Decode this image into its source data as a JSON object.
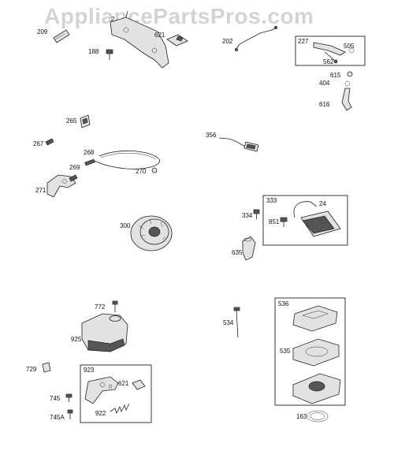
{
  "watermark": "AppliancePartsPros.com",
  "labels": {
    "p209": "209",
    "p2xx": "2",
    "p621a": "621",
    "p188": "188",
    "p202": "202",
    "p227": "227",
    "p505": "505",
    "p562": "562",
    "p615": "615",
    "p404": "404",
    "p616": "616",
    "p265": "265",
    "p267": "267",
    "p268": "268",
    "p269": "269",
    "p270": "270",
    "p271": "271",
    "p356": "356",
    "p333": "333",
    "p24": "24",
    "p334": "334",
    "p851": "851",
    "p635": "635",
    "p300": "300",
    "p772": "772",
    "p925": "925",
    "p534": "534",
    "p536": "536",
    "p535": "535",
    "p163": "163",
    "p729": "729",
    "p923": "923",
    "p621b": "621",
    "p745": "745",
    "p745a": "745A",
    "p922": "922"
  }
}
